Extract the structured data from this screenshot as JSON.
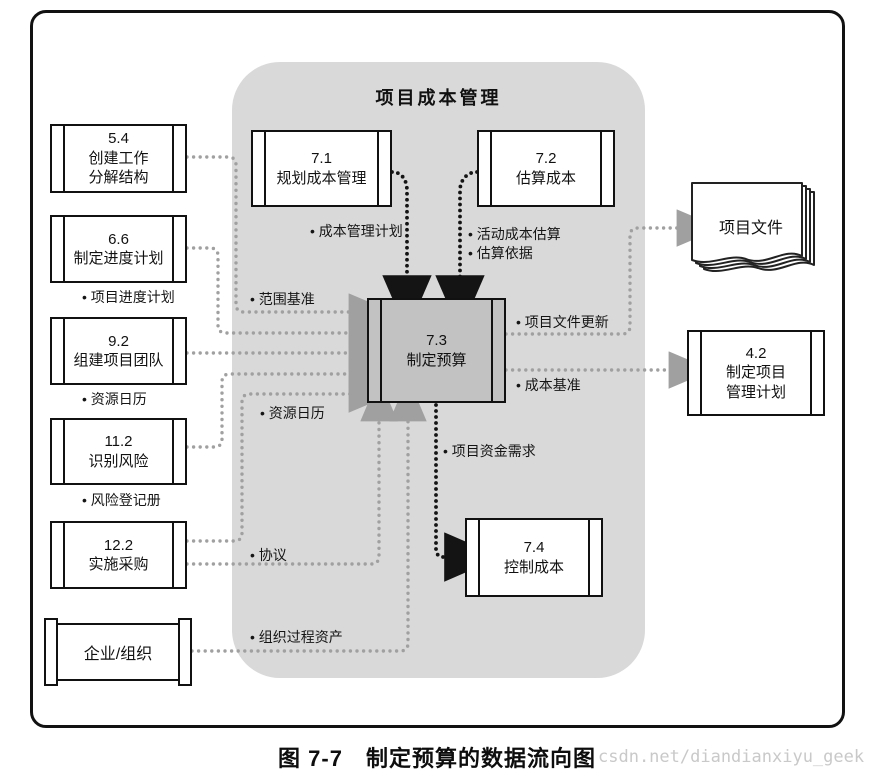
{
  "group": {
    "title": "项目成本管理"
  },
  "processes": {
    "p54": {
      "code": "5.4",
      "name": "创建工作\n分解结构"
    },
    "p66": {
      "code": "6.6",
      "name": "制定进度计划"
    },
    "p92": {
      "code": "9.2",
      "name": "组建项目团队"
    },
    "p112": {
      "code": "11.2",
      "name": "识别风险"
    },
    "p122": {
      "code": "12.2",
      "name": "实施采购"
    },
    "p71": {
      "code": "7.1",
      "name": "规划成本管理"
    },
    "p72": {
      "code": "7.2",
      "name": "估算成本"
    },
    "p73": {
      "code": "7.3",
      "name": "制定预算"
    },
    "p74": {
      "code": "7.4",
      "name": "控制成本"
    },
    "p42": {
      "code": "4.2",
      "name": "制定项目\n管理计划"
    }
  },
  "entities": {
    "org": {
      "name": "企业/组织"
    },
    "project_docs": {
      "name": "项目文件"
    }
  },
  "flow_labels": {
    "schedule_plan": "• 项目进度计划",
    "resource_cal_left": "• 资源日历",
    "risk_register": "• 风险登记册",
    "cost_mgmt_plan": "• 成本管理计划",
    "activity_cost_est": "• 活动成本估算",
    "estimate_basis": "• 估算依据",
    "scope_baseline": "• 范围基准",
    "resource_cal_inner": "• 资源日历",
    "agreements": "• 协议",
    "opa": "• 组织过程资产",
    "doc_updates": "• 项目文件更新",
    "cost_baseline": "• 成本基准",
    "funding_req": "• 项目资金需求"
  },
  "caption": "图 7-7　制定预算的数据流向图",
  "watermark": "csdn.net/diandianxiyu_geek",
  "colors": {
    "group_bg": "#d9d9d9",
    "highlight_process_bg": "#c2c2c2",
    "connector_gray": "#a0a0a0",
    "connector_black": "#141414",
    "watermark_gray": "#c9c9c9"
  }
}
